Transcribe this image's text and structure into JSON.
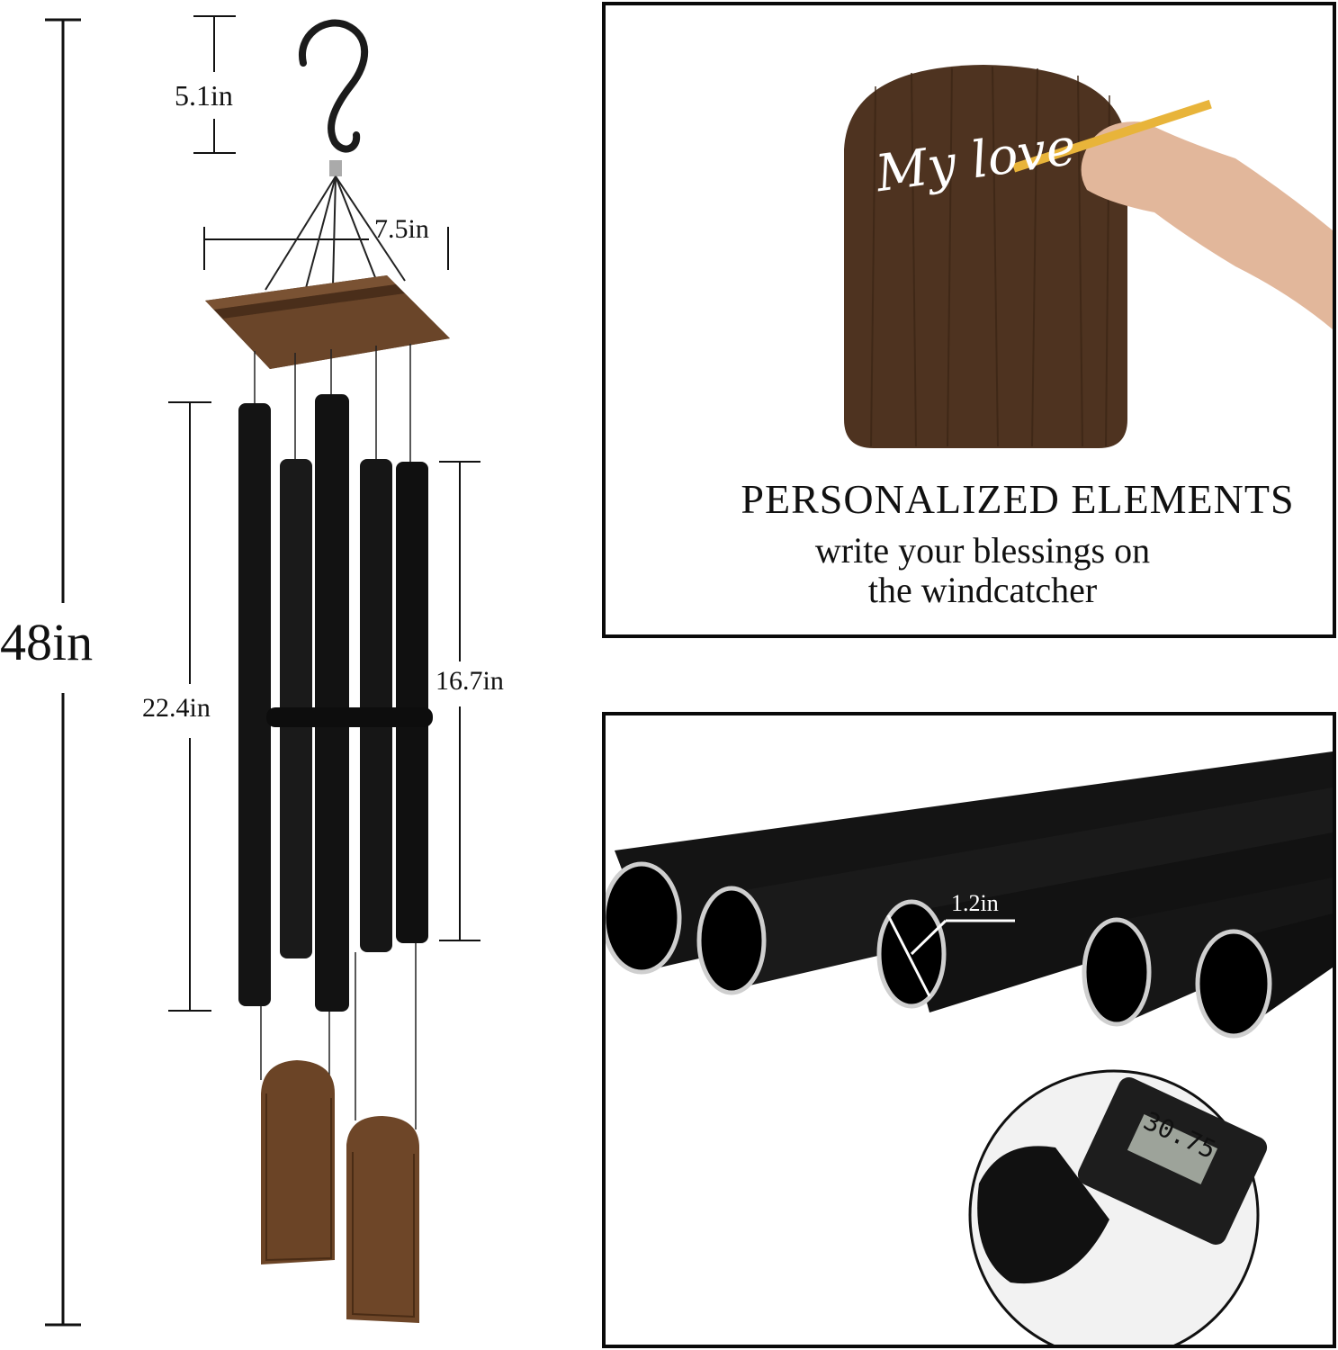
{
  "left": {
    "total_height": "48in",
    "hook_height": "5.1in",
    "top_width": "7.5in",
    "long_tube_length": "22.4in",
    "short_tube_length": "16.7in"
  },
  "top_panel": {
    "handwriting": "My love",
    "title": "PERSONALIZED ELEMENTS",
    "subtitle_line1": "write your blessings on",
    "subtitle_line2": "the windcatcher"
  },
  "bottom_panel": {
    "diameter": "1.2in",
    "caliper_reading": "30.75"
  },
  "colors": {
    "tube": "#141414",
    "wood": "#5a3a22",
    "frame": "#0a0a0a"
  }
}
